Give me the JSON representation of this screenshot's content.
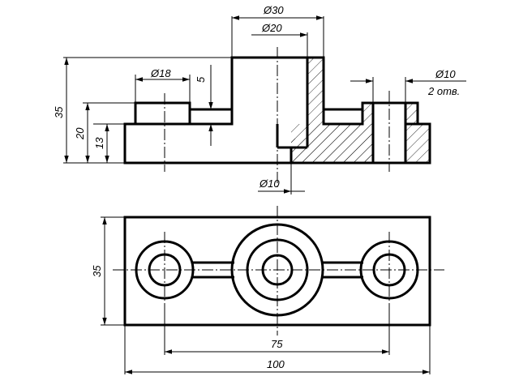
{
  "front_view": {
    "dim_d30": "Ø30",
    "dim_d20": "Ø20",
    "dim_d18": "Ø18",
    "dim_5": "5",
    "dim_d10_holes": "Ø10",
    "holes_note": "2 отв.",
    "dim_35": "35",
    "dim_20": "20",
    "dim_13": "13",
    "dim_d10_bottom": "Ø10"
  },
  "top_view": {
    "dim_35": "35",
    "dim_75": "75",
    "dim_100": "100"
  }
}
